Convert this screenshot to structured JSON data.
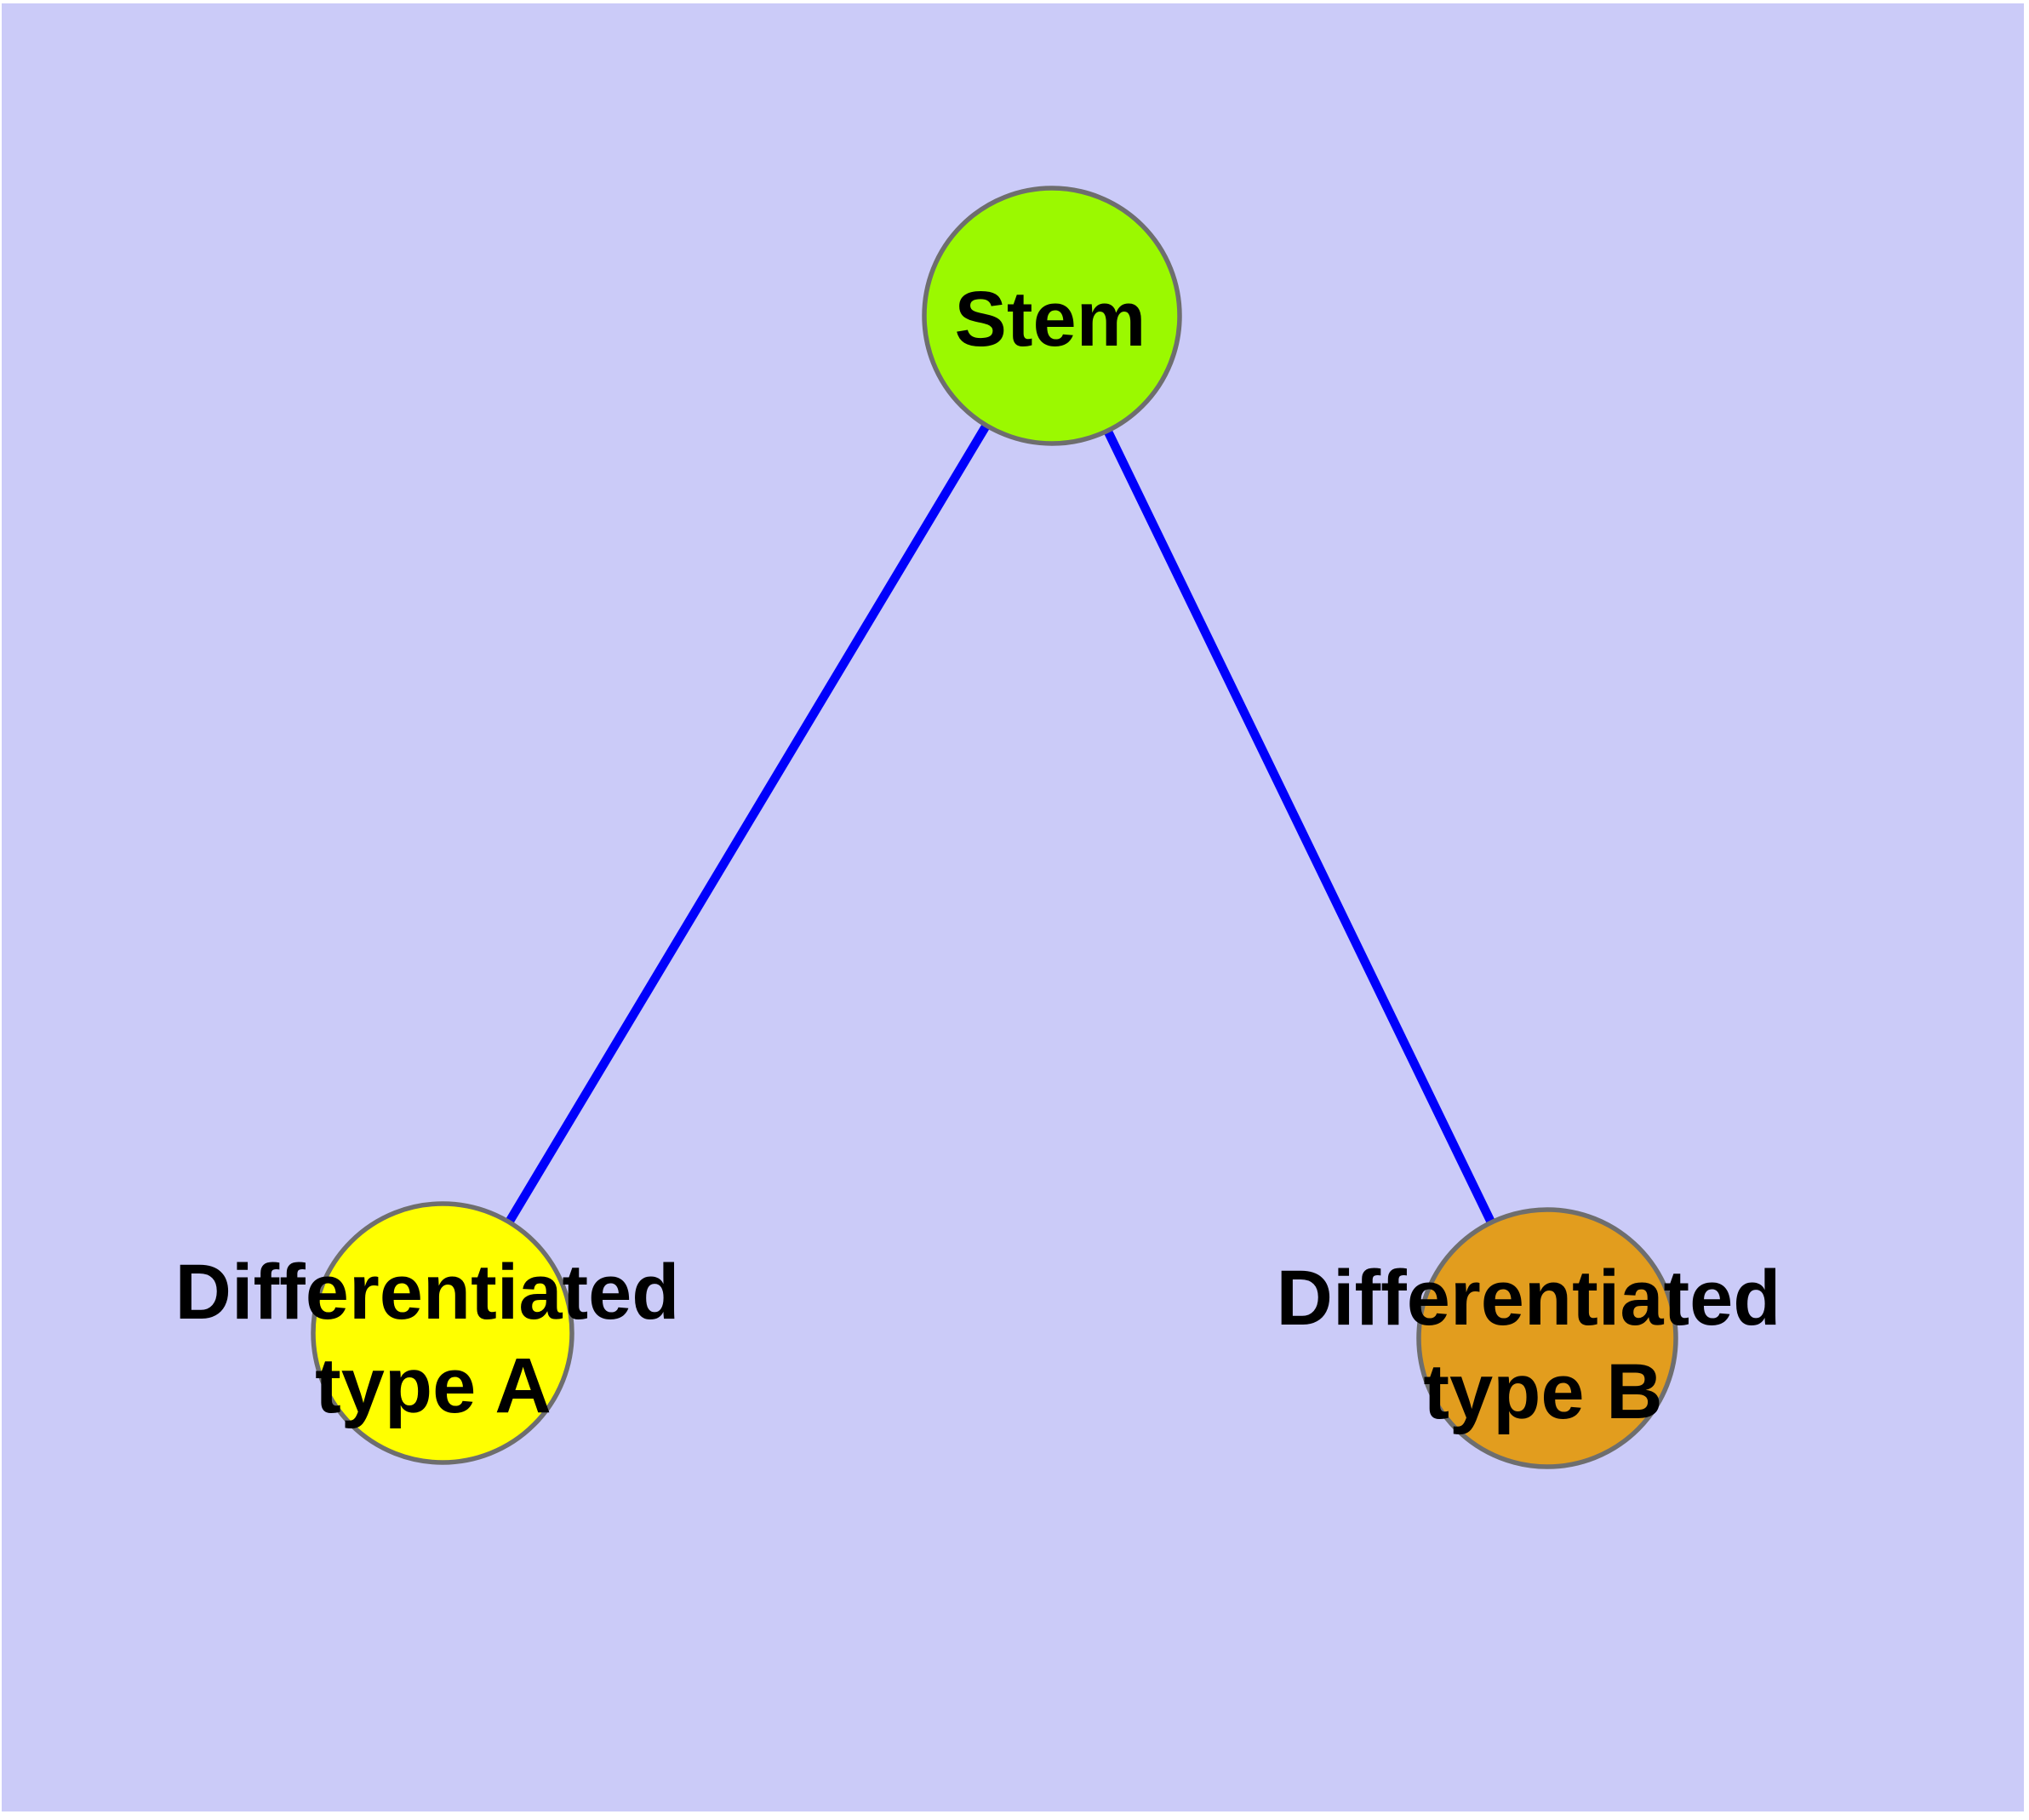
{
  "diagram": {
    "type": "graph",
    "page_color": "#ffffff",
    "background_color": "#cbcbf8",
    "edge_color": "#0000fb",
    "node_border_color": "#6e6e6e",
    "label_color": "#000000",
    "nodes": [
      {
        "id": "stem",
        "label": "Stem",
        "color": "#9bf900"
      },
      {
        "id": "differentiated-type-a",
        "label": "Differentiated type A",
        "label_line1": "Differentiated",
        "label_line2": "type A",
        "color": "#ffff00"
      },
      {
        "id": "differentiated-type-b",
        "label": "Differentiated type B",
        "label_line1": "Differentiated",
        "label_line2": "type B",
        "color": "#e29d1e"
      }
    ],
    "edges": [
      {
        "from": "stem",
        "to": "differentiated-type-a"
      },
      {
        "from": "stem",
        "to": "differentiated-type-b"
      }
    ]
  }
}
